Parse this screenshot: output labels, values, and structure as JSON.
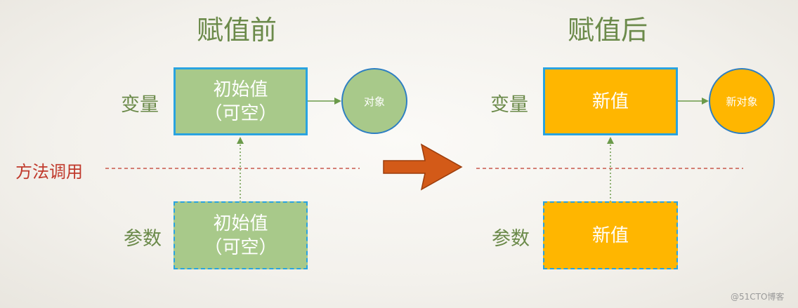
{
  "before": {
    "title": "赋值前",
    "variable_label": "变量",
    "param_label": "参数",
    "variable_box": [
      "初始值",
      "（可空）"
    ],
    "param_box": [
      "初始值",
      "（可空）"
    ],
    "object": "对象"
  },
  "after": {
    "title": "赋值后",
    "variable_label": "变量",
    "param_label": "参数",
    "variable_box": "新值",
    "param_box": "新值",
    "object": "新对象"
  },
  "method_call_label": "方法调用",
  "watermark": "@51CTO博客",
  "colors": {
    "title_green": "#6b8a4a",
    "box_green": "#a8c98a",
    "box_gold": "#ffb600",
    "border_blue": "#29a3e0",
    "method_red": "#c0392b",
    "arrow_orange": "#d35a18"
  }
}
